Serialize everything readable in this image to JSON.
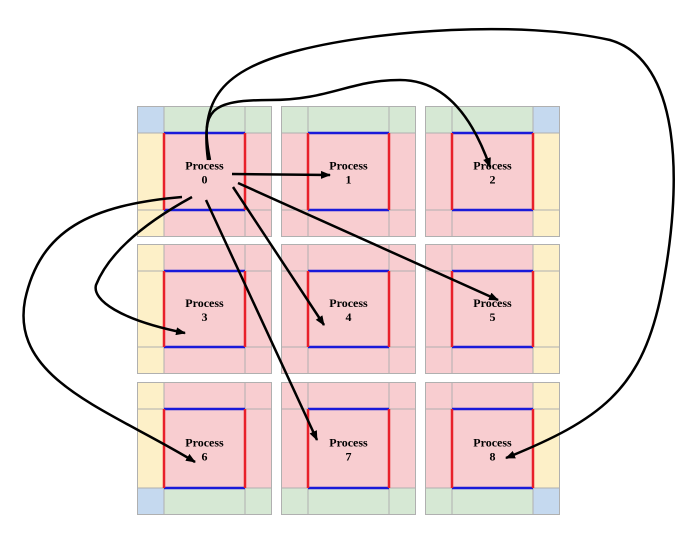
{
  "diagram": {
    "processes": [
      {
        "id": 0,
        "word": "Process",
        "number": "0"
      },
      {
        "id": 1,
        "word": "Process",
        "number": "1"
      },
      {
        "id": 2,
        "word": "Process",
        "number": "2"
      },
      {
        "id": 3,
        "word": "Process",
        "number": "3"
      },
      {
        "id": 4,
        "word": "Process",
        "number": "4"
      },
      {
        "id": 5,
        "word": "Process",
        "number": "5"
      },
      {
        "id": 6,
        "word": "Process",
        "number": "6"
      },
      {
        "id": 7,
        "word": "Process",
        "number": "7"
      },
      {
        "id": 8,
        "word": "Process",
        "number": "8"
      }
    ],
    "arrows": [
      {
        "from": 0,
        "to": 1
      },
      {
        "from": 0,
        "to": 2
      },
      {
        "from": 0,
        "to": 3
      },
      {
        "from": 0,
        "to": 4
      },
      {
        "from": 0,
        "to": 5
      },
      {
        "from": 0,
        "to": 6
      },
      {
        "from": 0,
        "to": 7
      },
      {
        "from": 0,
        "to": 8
      }
    ],
    "colors": {
      "interior": "#f8cdd0",
      "ghost_edge_left_right": "#fdf0c8",
      "ghost_edge_top_bottom": "#d6e8d4",
      "ghost_corner": "#c5d9ef",
      "inner_border_horizontal": "#1a1ad9",
      "inner_border_vertical": "#e8202a",
      "arrow": "#000000",
      "cell_grid": "#b0b0b0"
    }
  }
}
